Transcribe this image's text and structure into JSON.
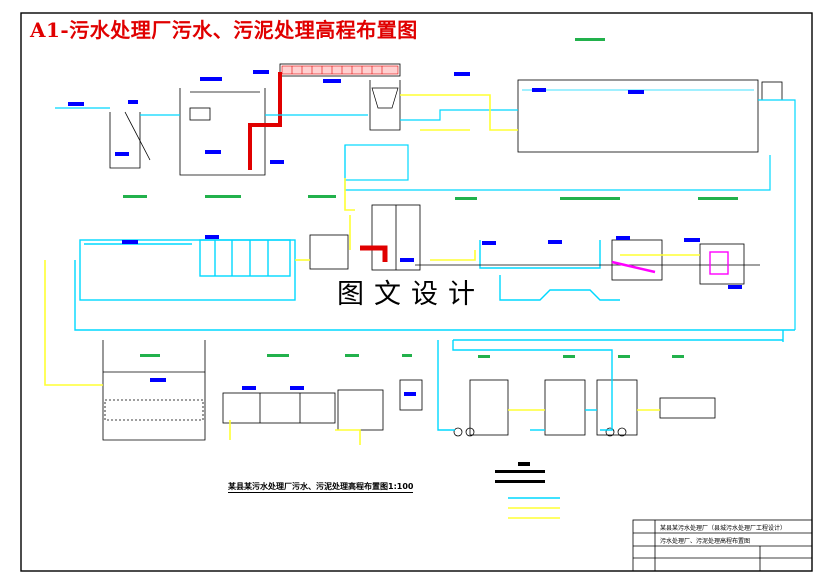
{
  "header": {
    "title": "A1-污水处理厂污水、污泥处理高程布置图"
  },
  "drawing": {
    "caption": "某县某污水处理厂污水、污泥处理高程布置图1:100",
    "watermark": "图文设计"
  },
  "title_block": {
    "project": "某县某污水处理厂（县城污水处理厂工程设计）",
    "drawing_name": "污水处理厂、污泥处理高程布置图"
  },
  "colors": {
    "frame": "#000000",
    "cyan_pipe": "#00d8ff",
    "yellow_pipe": "#ffff33",
    "green_label": "#22b14c",
    "blue_tag": "#0000ff",
    "red_pipe": "#e00000",
    "magenta": "#ff00ff",
    "title_red": "#e00000"
  }
}
